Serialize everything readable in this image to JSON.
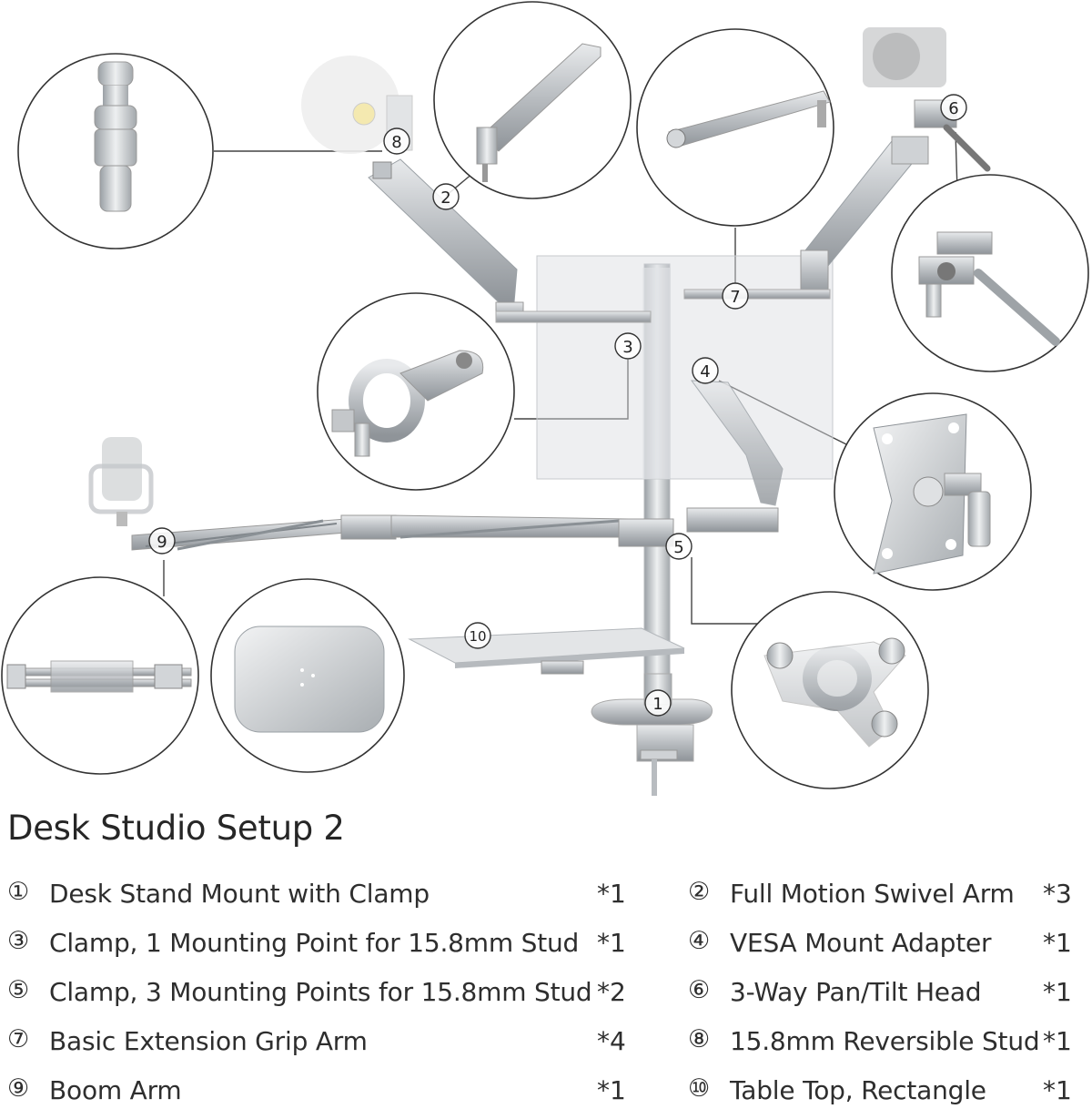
{
  "heading": "Desk Studio Setup 2",
  "colors": {
    "metal": "#c9cdd1",
    "metal_dark": "#8e9398",
    "outline": "#333333",
    "text": "#2b2b2b"
  },
  "callouts": [
    {
      "label": "①"
    },
    {
      "label": "②"
    },
    {
      "label": "③"
    },
    {
      "label": "④"
    },
    {
      "label": "⑤"
    },
    {
      "label": "⑥"
    },
    {
      "label": "⑦"
    },
    {
      "label": "⑧"
    },
    {
      "label": "⑨"
    },
    {
      "label": "⑩"
    }
  ],
  "parts_left": [
    {
      "num": "①",
      "name": "Desk Stand Mount with Clamp",
      "qty": "*1"
    },
    {
      "num": "③",
      "name": "Clamp, 1 Mounting Point for 15.8mm Stud",
      "qty": "*1"
    },
    {
      "num": "⑤",
      "name": "Clamp, 3 Mounting Points for 15.8mm Stud",
      "qty": "*2"
    },
    {
      "num": "⑦",
      "name": "Basic Extension Grip Arm",
      "qty": "*4"
    },
    {
      "num": "⑨",
      "name": "Boom Arm",
      "qty": "*1"
    }
  ],
  "parts_right": [
    {
      "num": "②",
      "name": "Full Motion Swivel Arm",
      "qty": "*3"
    },
    {
      "num": "④",
      "name": "VESA Mount Adapter",
      "qty": "*1"
    },
    {
      "num": "⑥",
      "name": "3-Way Pan/Tilt Head",
      "qty": "*1"
    },
    {
      "num": "⑧",
      "name": "15.8mm Reversible Stud",
      "qty": "*1"
    },
    {
      "num": "⑩",
      "name": "Table Top, Rectangle",
      "qty": "*1"
    }
  ]
}
